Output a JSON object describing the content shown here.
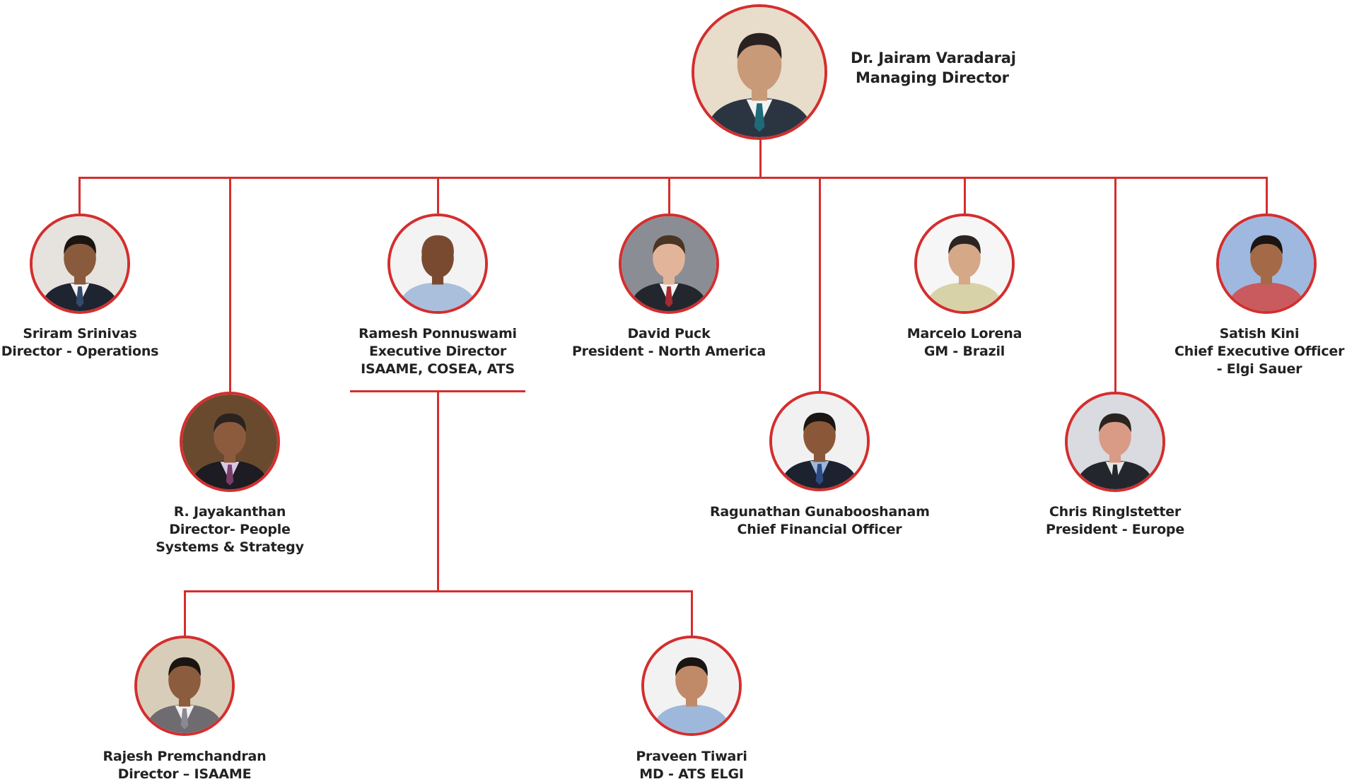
{
  "colors": {
    "accent": "#d42e2e",
    "text": "#222222"
  },
  "root": {
    "name": "Dr. Jairam Varadaraj",
    "title": "Managing Director",
    "avatar": {
      "skin": "#c99a78",
      "hair": "#2a2220",
      "suit": "#2b3542",
      "shirt": "#f2f2f2",
      "tie": "#1f6a7a",
      "bg": "#e8dccb"
    }
  },
  "people": {
    "sriram": {
      "name": "Sriram Srinivas",
      "lines": [
        "Director - Operations"
      ],
      "avatar": {
        "skin": "#8a5a3c",
        "hair": "#1b1512",
        "suit": "#1e2430",
        "shirt": "#f4f4f4",
        "tie": "#334a6e",
        "bg": "#e6e3de"
      }
    },
    "jayakanthan": {
      "name": "R. Jayakanthan",
      "lines": [
        "Director- People",
        "Systems & Strategy"
      ],
      "avatar": {
        "skin": "#8c5b3e",
        "hair": "#2a2320",
        "suit": "#1c1c22",
        "shirt": "#d9c7e6",
        "tie": "#7a3d6a",
        "bg": "#6a4a2e"
      }
    },
    "ramesh": {
      "name": "Ramesh Ponnuswami",
      "lines": [
        "Executive Director",
        "ISAAME, COSEA, ATS"
      ],
      "avatar": {
        "skin": "#7a4a30",
        "hair": "#7a4a30",
        "suit": "#a9bfdc",
        "shirt": "#a9bfdc",
        "tie": "#a9bfdc",
        "bg": "#f3f3f3"
      }
    },
    "david": {
      "name": "David Puck",
      "lines": [
        "President - North America"
      ],
      "avatar": {
        "skin": "#e2b59a",
        "hair": "#4a3424",
        "suit": "#24262e",
        "shirt": "#f4f4f4",
        "tie": "#a82a32",
        "bg": "#8a8d94"
      }
    },
    "ragunathan": {
      "name": "Ragunathan Gunabooshanam",
      "lines": [
        "Chief Financial Officer"
      ],
      "avatar": {
        "skin": "#8a5838",
        "hair": "#1a1512",
        "suit": "#1c2230",
        "shirt": "#9bb8dd",
        "tie": "#2e4a86",
        "bg": "#f1f1f1"
      }
    },
    "marcelo": {
      "name": "Marcelo Lorena",
      "lines": [
        "GM - Brazil"
      ],
      "avatar": {
        "skin": "#d5a888",
        "hair": "#2c2420",
        "suit": "#d8d2a8",
        "shirt": "#d8d2a8",
        "tie": "#d8d2a8",
        "bg": "#f6f6f6"
      }
    },
    "chris": {
      "name": "Chris Ringlstetter",
      "lines": [
        "President - Europe"
      ],
      "avatar": {
        "skin": "#d99a86",
        "hair": "#2a2420",
        "suit": "#24262e",
        "shirt": "#e6e6e6",
        "tie": "#24262e",
        "bg": "#d9dbe0"
      }
    },
    "satish": {
      "name": "Satish Kini",
      "lines": [
        "Chief Executive Officer",
        "- Elgi Sauer"
      ],
      "avatar": {
        "skin": "#a46a48",
        "hair": "#1a1512",
        "suit": "#c95a5e",
        "shirt": "#c95a5e",
        "tie": "#c95a5e",
        "bg": "#9fb8e0"
      }
    },
    "rajesh": {
      "name": "Rajesh Premchandran",
      "lines": [
        "Director – ISAAME"
      ],
      "avatar": {
        "skin": "#8c5c3e",
        "hair": "#1a1512",
        "suit": "#6e6c70",
        "shirt": "#f0f0f0",
        "tie": "#8a8890",
        "bg": "#d8cdb8"
      }
    },
    "praveen": {
      "name": "Praveen Tiwari",
      "lines": [
        "MD - ATS ELGI"
      ],
      "avatar": {
        "skin": "#c08a68",
        "hair": "#1a1512",
        "suit": "#9eb8dc",
        "shirt": "#9eb8dc",
        "tie": "#9eb8dc",
        "bg": "#f2f2f2"
      }
    }
  }
}
